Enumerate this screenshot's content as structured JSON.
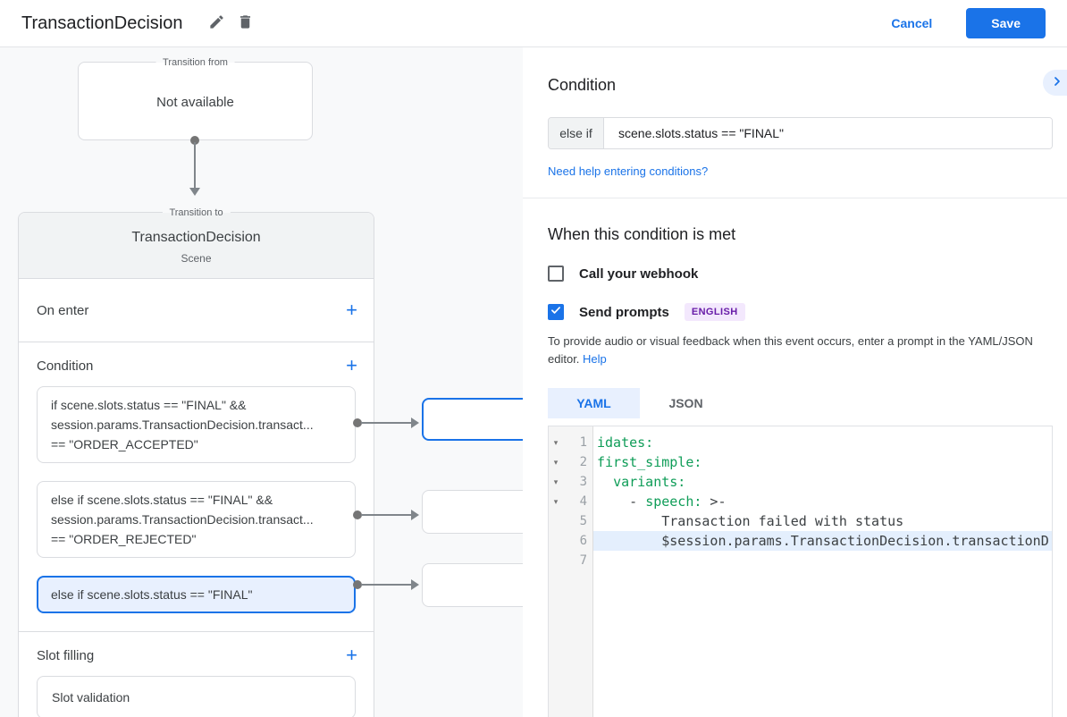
{
  "header": {
    "title": "TransactionDecision",
    "cancel_label": "Cancel",
    "save_label": "Save"
  },
  "icons": {
    "plus": "+",
    "fold": "▾"
  },
  "colors": {
    "accent": "#1a73e8",
    "selected_card_bg": "#e8f0fe",
    "code_key_green": "#0f9d58",
    "badge_bg": "#f3e8fd",
    "badge_text": "#681da8"
  },
  "canvas": {
    "transition_from": {
      "legend": "Transition from",
      "content": "Not available"
    },
    "transition_to": {
      "legend": "Transition to",
      "title": "TransactionDecision",
      "subtitle": "Scene"
    },
    "sections": {
      "on_enter": {
        "label": "On enter"
      },
      "condition": {
        "label": "Condition",
        "cards": [
          {
            "lines": [
              "if scene.slots.status == \"FINAL\" &&",
              "session.params.TransactionDecision.transact...",
              "== \"ORDER_ACCEPTED\""
            ],
            "selected": false
          },
          {
            "lines": [
              "else if scene.slots.status == \"FINAL\" &&",
              "session.params.TransactionDecision.transact...",
              "== \"ORDER_REJECTED\""
            ],
            "selected": false
          },
          {
            "lines": [
              "else if scene.slots.status == \"FINAL\""
            ],
            "selected": true
          }
        ]
      },
      "slot_filling": {
        "label": "Slot filling",
        "card": "Slot validation"
      }
    }
  },
  "panel": {
    "title": "Condition",
    "condition_input": {
      "prefix": "else if",
      "value": "scene.slots.status == \"FINAL\""
    },
    "help_link": "Need help entering conditions?",
    "when_met": {
      "title": "When this condition is met",
      "webhook_label": "Call your webhook",
      "webhook_checked": false,
      "prompts_label": "Send prompts",
      "prompts_checked": true,
      "badge": "ENGLISH",
      "helper_text": "To provide audio or visual feedback when this event occurs, enter a prompt in the YAML/JSON editor.",
      "helper_link": "Help"
    },
    "tabs": [
      {
        "label": "YAML",
        "active": true
      },
      {
        "label": "JSON",
        "active": false
      }
    ],
    "editor": {
      "lines": [
        {
          "num": "1",
          "segments": {
            "key": "idates:"
          }
        },
        {
          "num": "2",
          "segments": {
            "key": "first_simple:"
          }
        },
        {
          "num": "3",
          "segments": {
            "pre": "  ",
            "key": "variants:"
          }
        },
        {
          "num": "4",
          "segments": {
            "pre": "    - ",
            "key": "speech:",
            "post": " >-"
          }
        },
        {
          "num": "5",
          "segments": {
            "plain": "        Transaction failed with status"
          }
        },
        {
          "num": "6",
          "segments": {
            "plain": "        $session.params.TransactionDecision.transactionD"
          }
        },
        {
          "num": "7",
          "segments": {}
        }
      ]
    }
  }
}
